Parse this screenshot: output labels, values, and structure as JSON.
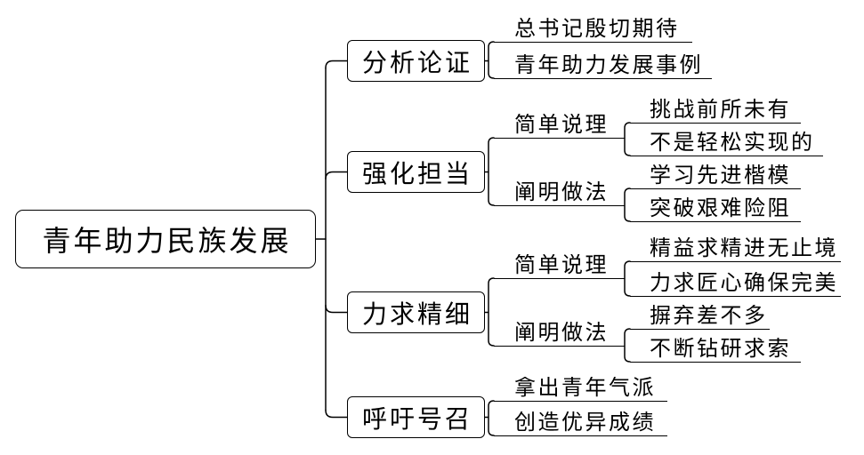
{
  "root": {
    "label": "青年助力民族发展"
  },
  "branches": [
    {
      "label": "分析论证",
      "children": [
        {
          "label": "总书记殷切期待"
        },
        {
          "label": "青年助力发展事例"
        }
      ]
    },
    {
      "label": "强化担当",
      "children": [
        {
          "label": "简单说理",
          "children": [
            {
              "label": "挑战前所未有"
            },
            {
              "label": "不是轻松实现的"
            }
          ]
        },
        {
          "label": "阐明做法",
          "children": [
            {
              "label": "学习先进楷模"
            },
            {
              "label": "突破艰难险阻"
            }
          ]
        }
      ]
    },
    {
      "label": "力求精细",
      "children": [
        {
          "label": "简单说理",
          "children": [
            {
              "label": "精益求精进无止境"
            },
            {
              "label": "力求匠心确保完美"
            }
          ]
        },
        {
          "label": "阐明做法",
          "children": [
            {
              "label": "摒弃差不多"
            },
            {
              "label": "不断钻研求索"
            }
          ]
        }
      ]
    },
    {
      "label": "呼吁号召",
      "children": [
        {
          "label": "拿出青年气派"
        },
        {
          "label": "创造优异成绩"
        }
      ]
    }
  ]
}
